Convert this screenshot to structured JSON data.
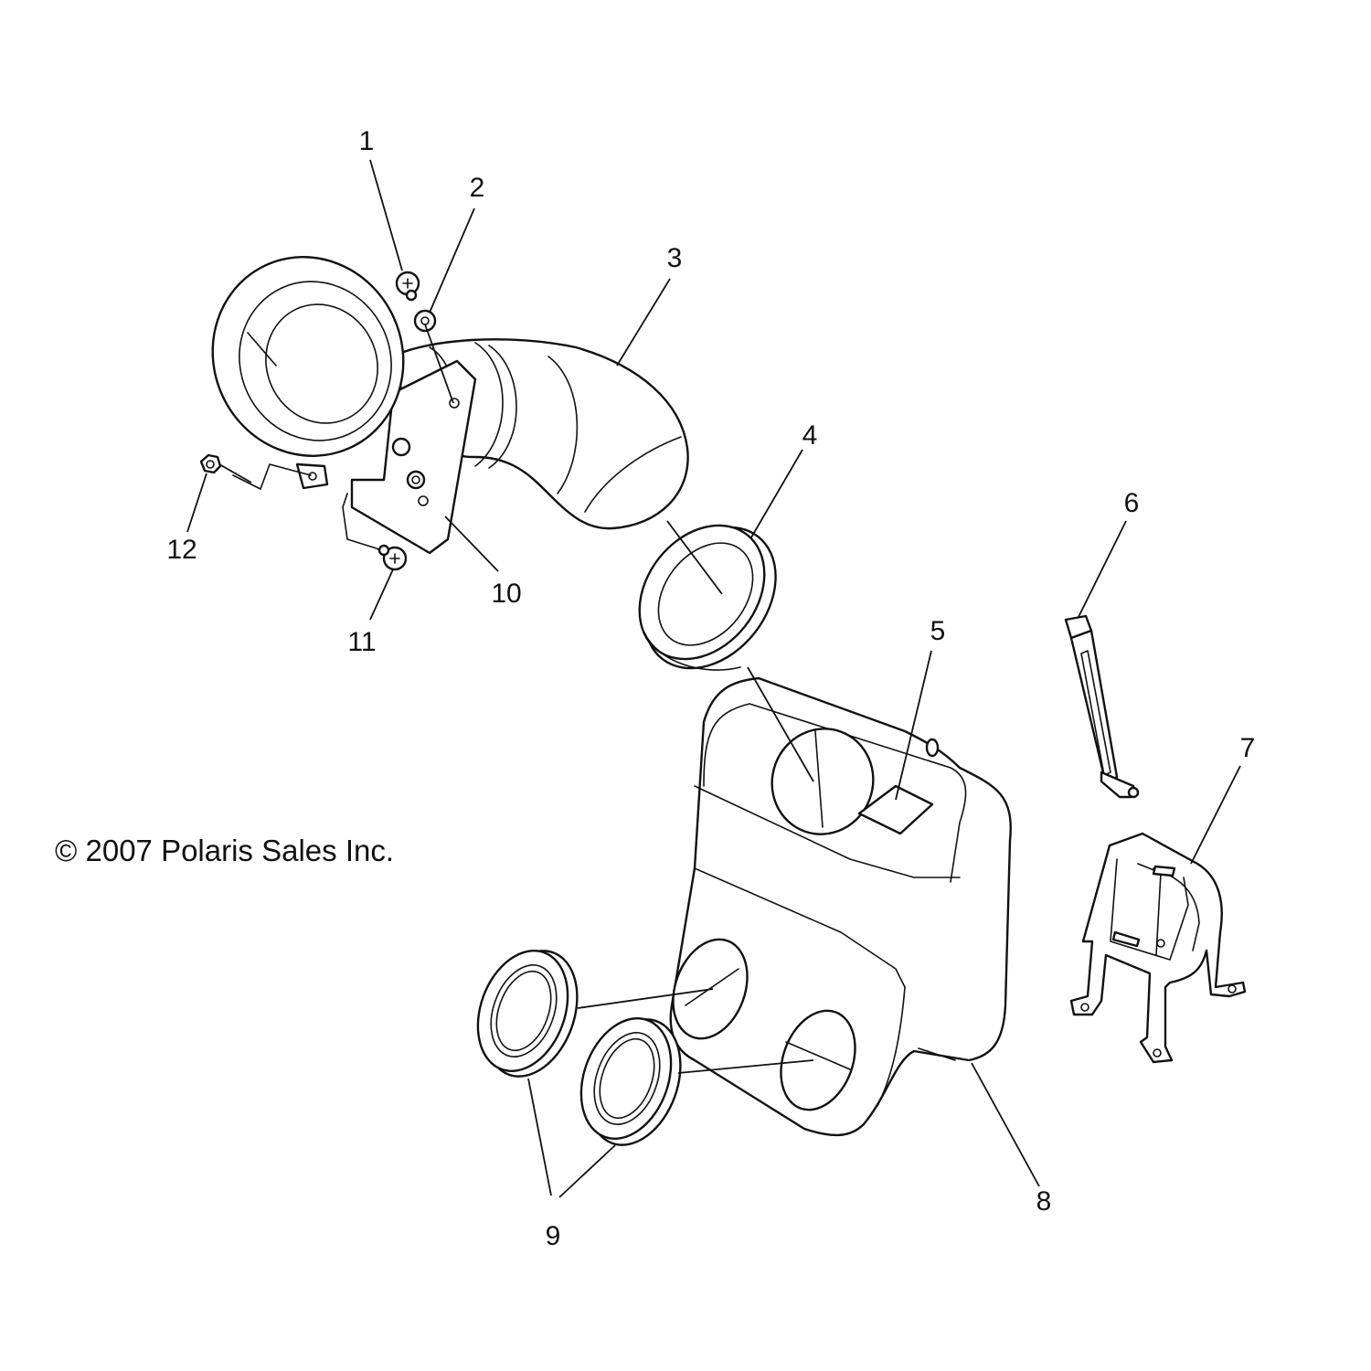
{
  "copyright": "© 2007 Polaris Sales Inc.",
  "callouts": {
    "c1": "1",
    "c2": "2",
    "c3": "3",
    "c4": "4",
    "c5": "5",
    "c6": "6",
    "c7": "7",
    "c8": "8",
    "c9": "9",
    "c10": "10",
    "c11": "11",
    "c12": "12"
  },
  "colors": {
    "line": "#111111",
    "background": "#ffffff"
  }
}
